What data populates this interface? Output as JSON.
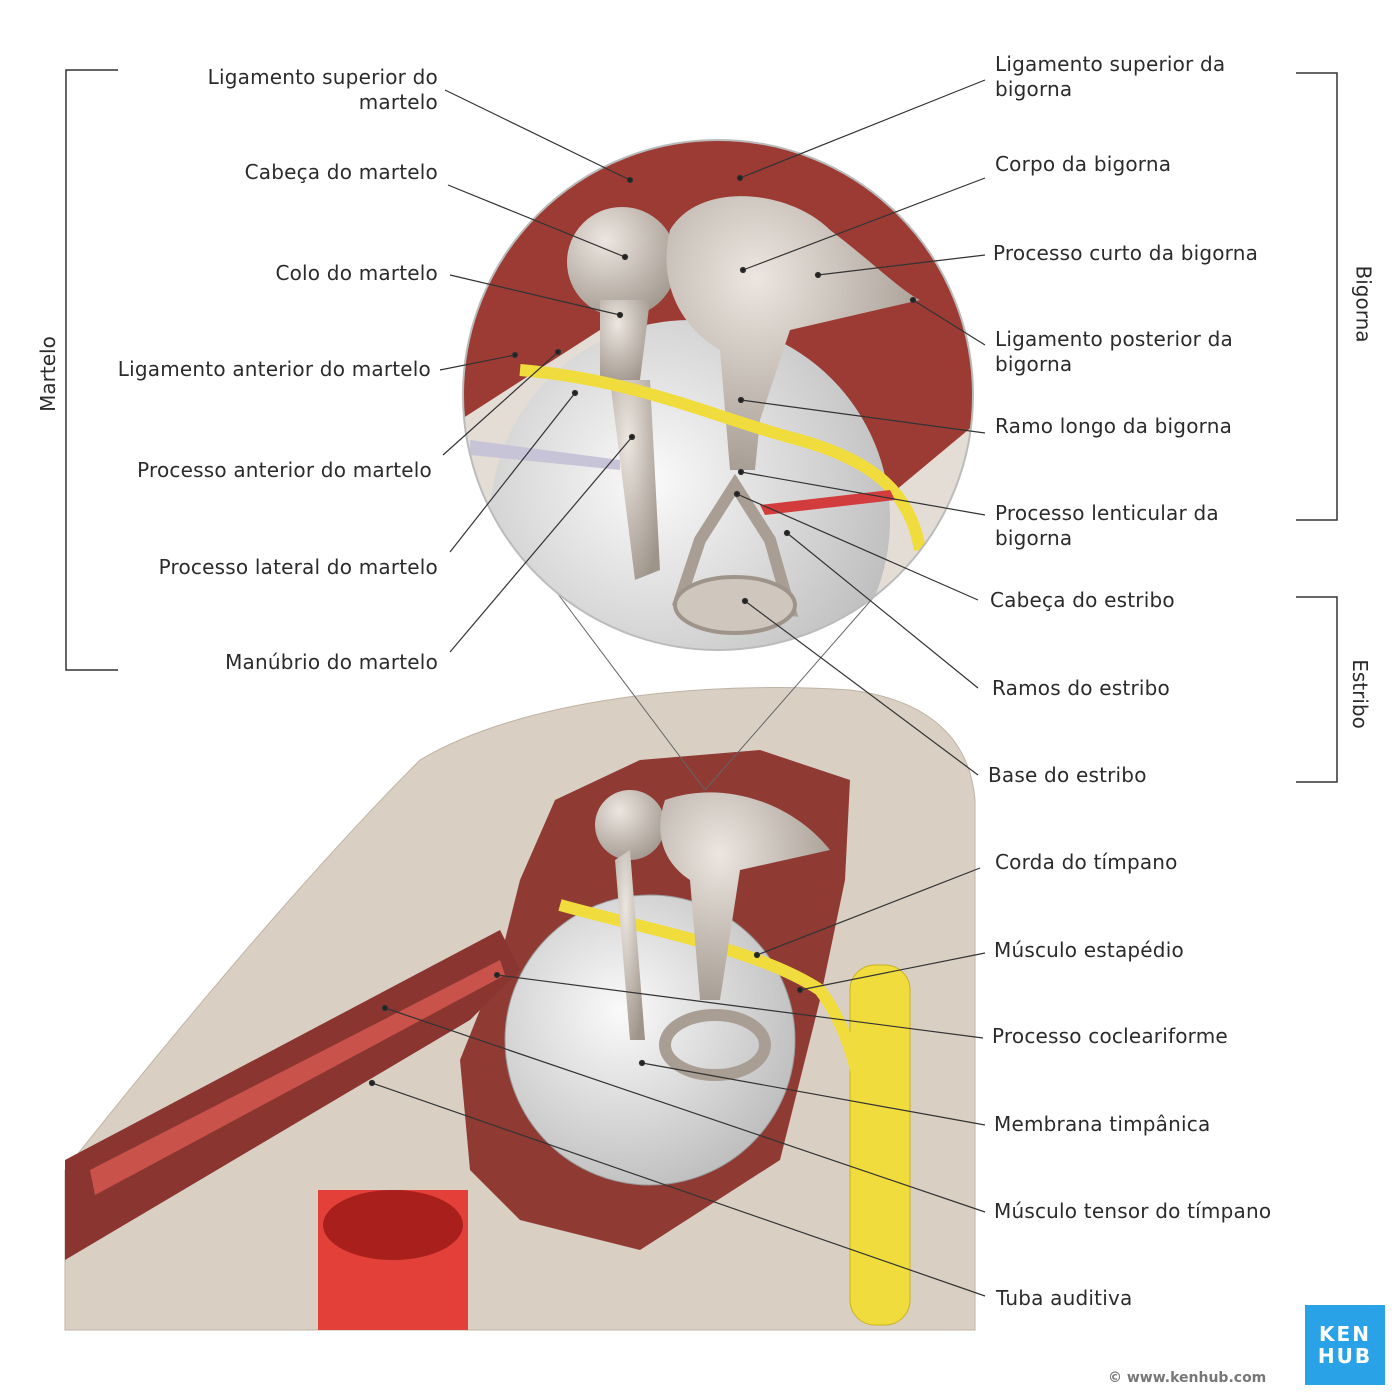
{
  "groups": {
    "martelo": "Martelo",
    "bigorna": "Bigorna",
    "estribo": "Estribo"
  },
  "left_labels": [
    "Ligamento superior do\nmartelo",
    "Cabeça do martelo",
    "Colo do martelo",
    "Ligamento anterior do martelo",
    "Processo anterior do martelo",
    "Processo lateral do martelo",
    "Manúbrio do martelo"
  ],
  "right_labels": [
    "Ligamento superior da\nbigorna",
    "Corpo da bigorna",
    "Processo curto da bigorna",
    "Ligamento posterior da\nbigorna",
    "Ramo longo da bigorna",
    "Processo lenticular da\nbigorna",
    "Cabeça do estribo",
    "Ramos do estribo",
    "Base do estribo",
    "Corda do tímpano",
    "Músculo estapédio",
    "Processo cocleariforme",
    "Membrana timpânica",
    "Músculo tensor do tímpano",
    "Tuba auditiva"
  ],
  "logo": {
    "line1": "KEN",
    "line2": "HUB"
  },
  "copyright": "© www.kenhub.com",
  "colors": {
    "bone": "#c9beb0",
    "muscle": "#9b3b34",
    "nerve": "#f0dc3c",
    "ossicle": "#cfc6bd",
    "artery": "#e3403a",
    "brand": "#2aa2e8"
  }
}
